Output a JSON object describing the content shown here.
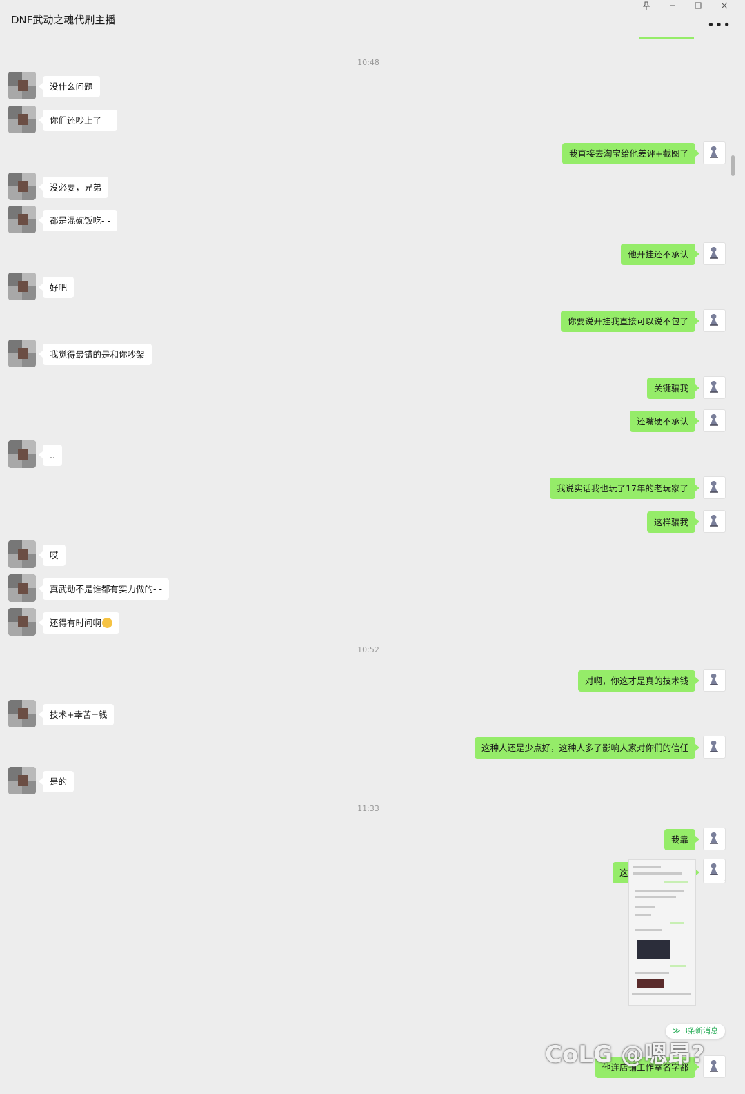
{
  "window": {
    "title": "DNF武动之魂代刷主播",
    "controls": {
      "pin": "pin-icon",
      "minimize": "minimize-icon",
      "maximize": "maximize-icon",
      "close": "close-icon"
    },
    "more_label": "•••"
  },
  "colors": {
    "outgoing_bubble": "#95ec69",
    "incoming_bubble": "#ffffff",
    "background": "#ededed",
    "new_msg_text": "#2bae5a"
  },
  "timestamps": [
    "10:48",
    "10:52",
    "11:33"
  ],
  "messages": [
    {
      "dir": "in",
      "text": "没什么问题"
    },
    {
      "dir": "in",
      "text": "你们还吵上了- -"
    },
    {
      "dir": "out",
      "text": "我直接去淘宝给他差评+截图了"
    },
    {
      "dir": "in",
      "text": "没必要，兄弟"
    },
    {
      "dir": "in",
      "text": "都是混碗饭吃- -"
    },
    {
      "dir": "out",
      "text": "他开挂还不承认"
    },
    {
      "dir": "in",
      "text": "好吧"
    },
    {
      "dir": "out",
      "text": "你要说开挂我直接可以说不包了"
    },
    {
      "dir": "in",
      "text": "我觉得最错的是和你吵架"
    },
    {
      "dir": "out",
      "text": "关键骗我"
    },
    {
      "dir": "out",
      "text": "还嘴硬不承认"
    },
    {
      "dir": "in",
      "text": ".."
    },
    {
      "dir": "out",
      "text": "我说实话我也玩了17年的老玩家了"
    },
    {
      "dir": "out",
      "text": "这样骗我"
    },
    {
      "dir": "in",
      "text": "哎"
    },
    {
      "dir": "in",
      "text": "真武动不是谁都有实力做的- -"
    },
    {
      "dir": "in",
      "text": "还得有时间啊",
      "emoji": "grinning-sweat-emoji"
    },
    {
      "dir": "out",
      "text": "对啊，你这才是真的技术钱"
    },
    {
      "dir": "in",
      "text": "技术+幸苦=钱"
    },
    {
      "dir": "out",
      "text": "这种人还是少点好，这种人多了影响人家对你们的信任"
    },
    {
      "dir": "in",
      "text": "是的"
    },
    {
      "dir": "out",
      "text": "我靠"
    },
    {
      "dir": "out",
      "text": "这个人真的到处骗"
    },
    {
      "dir": "out",
      "text": "他连店铺工作室名字都"
    }
  ],
  "new_messages_label": "3条新消息",
  "watermark": "CoLG @嗯昂?"
}
